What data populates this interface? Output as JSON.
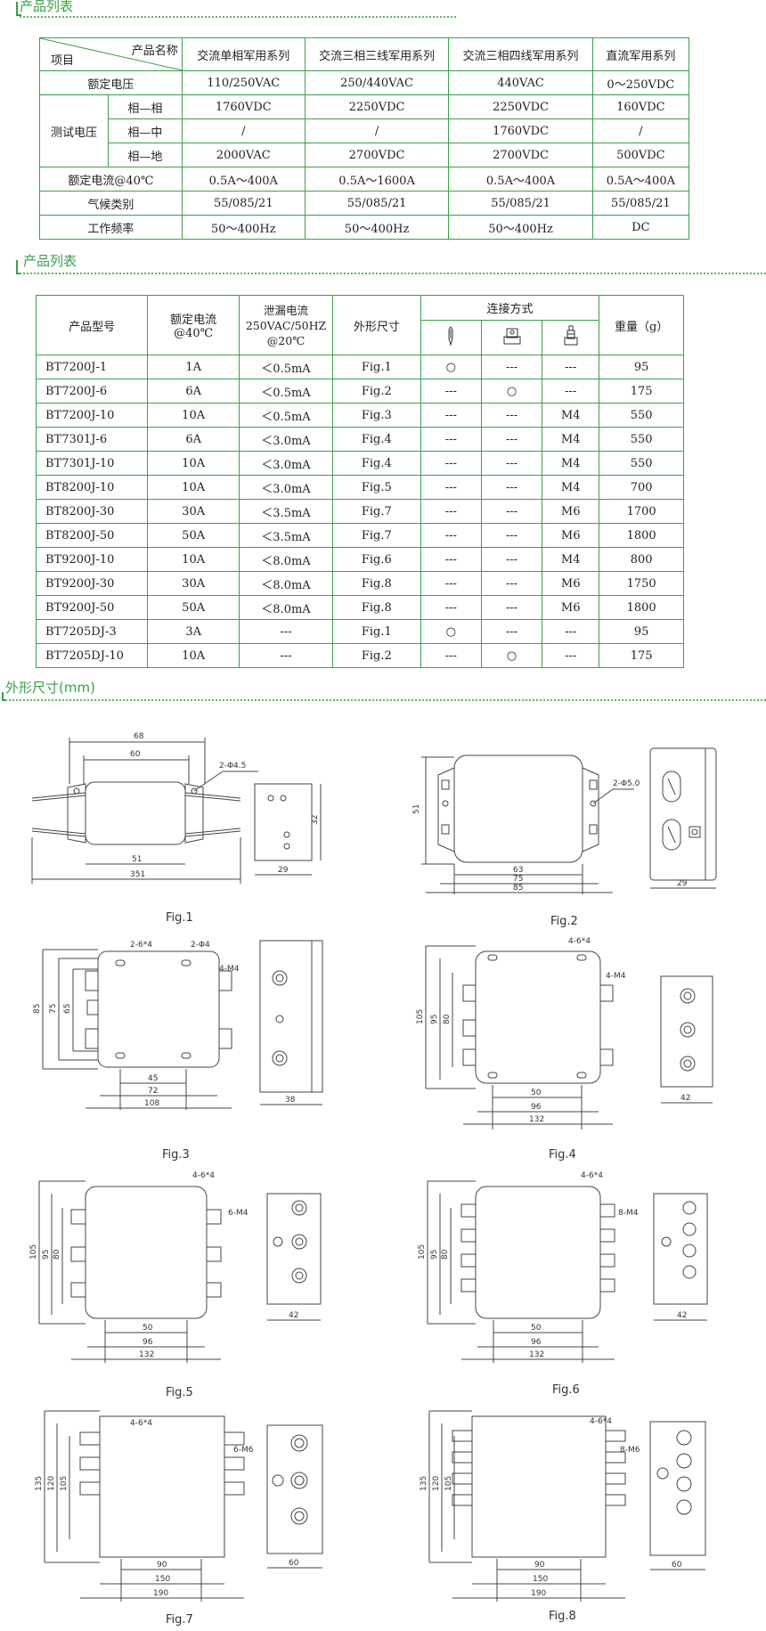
{
  "section1_title": "产品列表",
  "section2_title": "产品列表",
  "section3_title": "外形尺寸(mm)",
  "table1": {
    "corner_top": "产品名称",
    "corner_bottom": "项目",
    "headers": [
      "交流单相军用系列",
      "交流三相三线军用系列",
      "交流三相四线军用系列",
      "直流军用系列"
    ],
    "rated_voltage_label": "额定电压",
    "rated_voltage": [
      "110/250VAC",
      "250/440VAC",
      "440VAC",
      "0～250VDC"
    ],
    "test_voltage_label": "测试电压",
    "test_rows": [
      {
        "label": "相—相",
        "values": [
          "1760VDC",
          "2250VDC",
          "2250VDC",
          "160VDC"
        ]
      },
      {
        "label": "相—中",
        "values": [
          "/",
          "/",
          "1760VDC",
          "/"
        ]
      },
      {
        "label": "相—地",
        "values": [
          "2000VAC",
          "2700VDC",
          "2700VDC",
          "500VDC"
        ]
      }
    ],
    "other_rows": [
      {
        "label": "额定电流@40℃",
        "values": [
          "0.5A～400A",
          "0.5A～1600A",
          "0.5A～400A",
          "0.5A～400A"
        ]
      },
      {
        "label": "气候类别",
        "values": [
          "55/085/21",
          "55/085/21",
          "55/085/21",
          "55/085/21"
        ]
      },
      {
        "label": "工作频率",
        "values": [
          "50～400Hz",
          "50～400Hz",
          "50～400Hz",
          "DC"
        ]
      }
    ]
  },
  "table2": {
    "h_model": "产品型号",
    "h_current_1": "额定电流",
    "h_current_2": "@40℃",
    "h_leak_1": "泄漏电流",
    "h_leak_2": "250VAC/50HZ",
    "h_leak_3": "@20℃",
    "h_dim": "外形尺寸",
    "h_conn": "连接方式",
    "h_weight": "重量（g）",
    "rows": [
      [
        "BT7200J-1",
        "1A",
        "＜0.5mA",
        "Fig.1",
        "○",
        "---",
        "---",
        "95"
      ],
      [
        "BT7200J-6",
        "6A",
        "＜0.5mA",
        "Fig.2",
        "---",
        "○",
        "---",
        "175"
      ],
      [
        "BT7200J-10",
        "10A",
        "＜0.5mA",
        "Fig.3",
        "---",
        "---",
        "M4",
        "550"
      ],
      [
        "BT7301J-6",
        "6A",
        "＜3.0mA",
        "Fig.4",
        "---",
        "---",
        "M4",
        "550"
      ],
      [
        "BT7301J-10",
        "10A",
        "＜3.0mA",
        "Fig.4",
        "---",
        "---",
        "M4",
        "550"
      ],
      [
        "BT8200J-10",
        "10A",
        "＜3.0mA",
        "Fig.5",
        "---",
        "---",
        "M4",
        "700"
      ],
      [
        "BT8200J-30",
        "30A",
        "＜3.5mA",
        "Fig.7",
        "---",
        "---",
        "M6",
        "1700"
      ],
      [
        "BT8200J-50",
        "50A",
        "＜3.5mA",
        "Fig.7",
        "---",
        "---",
        "M6",
        "1800"
      ],
      [
        "BT9200J-10",
        "10A",
        "＜8.0mA",
        "Fig.6",
        "---",
        "---",
        "M4",
        "800"
      ],
      [
        "BT9200J-30",
        "30A",
        "＜8.0mA",
        "Fig.8",
        "---",
        "---",
        "M6",
        "1750"
      ],
      [
        "BT9200J-50",
        "50A",
        "＜8.0mA",
        "Fig.8",
        "---",
        "---",
        "M6",
        "1800"
      ],
      [
        "BT7205DJ-3",
        "3A",
        "---",
        "Fig.1",
        "○",
        "---",
        "---",
        "95"
      ],
      [
        "BT7205DJ-10",
        "10A",
        "---",
        "Fig.2",
        "---",
        "○",
        "---",
        "175"
      ]
    ]
  },
  "figures": [
    {
      "caption": "Fig.1",
      "dims": [
        "68",
        "60",
        "2-Φ4.5",
        "51",
        "351",
        "32",
        "29"
      ]
    },
    {
      "caption": "Fig.2",
      "dims": [
        "2-Φ5.0",
        "51",
        "63",
        "75",
        "85",
        "29"
      ]
    },
    {
      "caption": "Fig.3",
      "dims": [
        "2-6*4",
        "2-Φ4",
        "4-M4",
        "85",
        "75",
        "65",
        "45",
        "72",
        "108",
        "38"
      ]
    },
    {
      "caption": "Fig.4",
      "dims": [
        "4-6*4",
        "4-M4",
        "105",
        "95",
        "80",
        "50",
        "96",
        "132",
        "42"
      ]
    },
    {
      "caption": "Fig.5",
      "dims": [
        "4-6*4",
        "6-M4",
        "105",
        "95",
        "80",
        "50",
        "96",
        "132",
        "42"
      ]
    },
    {
      "caption": "Fig.6",
      "dims": [
        "4-6*4",
        "8-M4",
        "105",
        "95",
        "80",
        "50",
        "96",
        "132",
        "42"
      ]
    },
    {
      "caption": "Fig.7",
      "dims": [
        "4-6*4",
        "6-M6",
        "135",
        "120",
        "105",
        "90",
        "150",
        "190",
        "60"
      ]
    },
    {
      "caption": "Fig.8",
      "dims": [
        "4-6*4",
        "8-M6",
        "135",
        "120",
        "105",
        "90",
        "150",
        "190",
        "60"
      ]
    }
  ]
}
